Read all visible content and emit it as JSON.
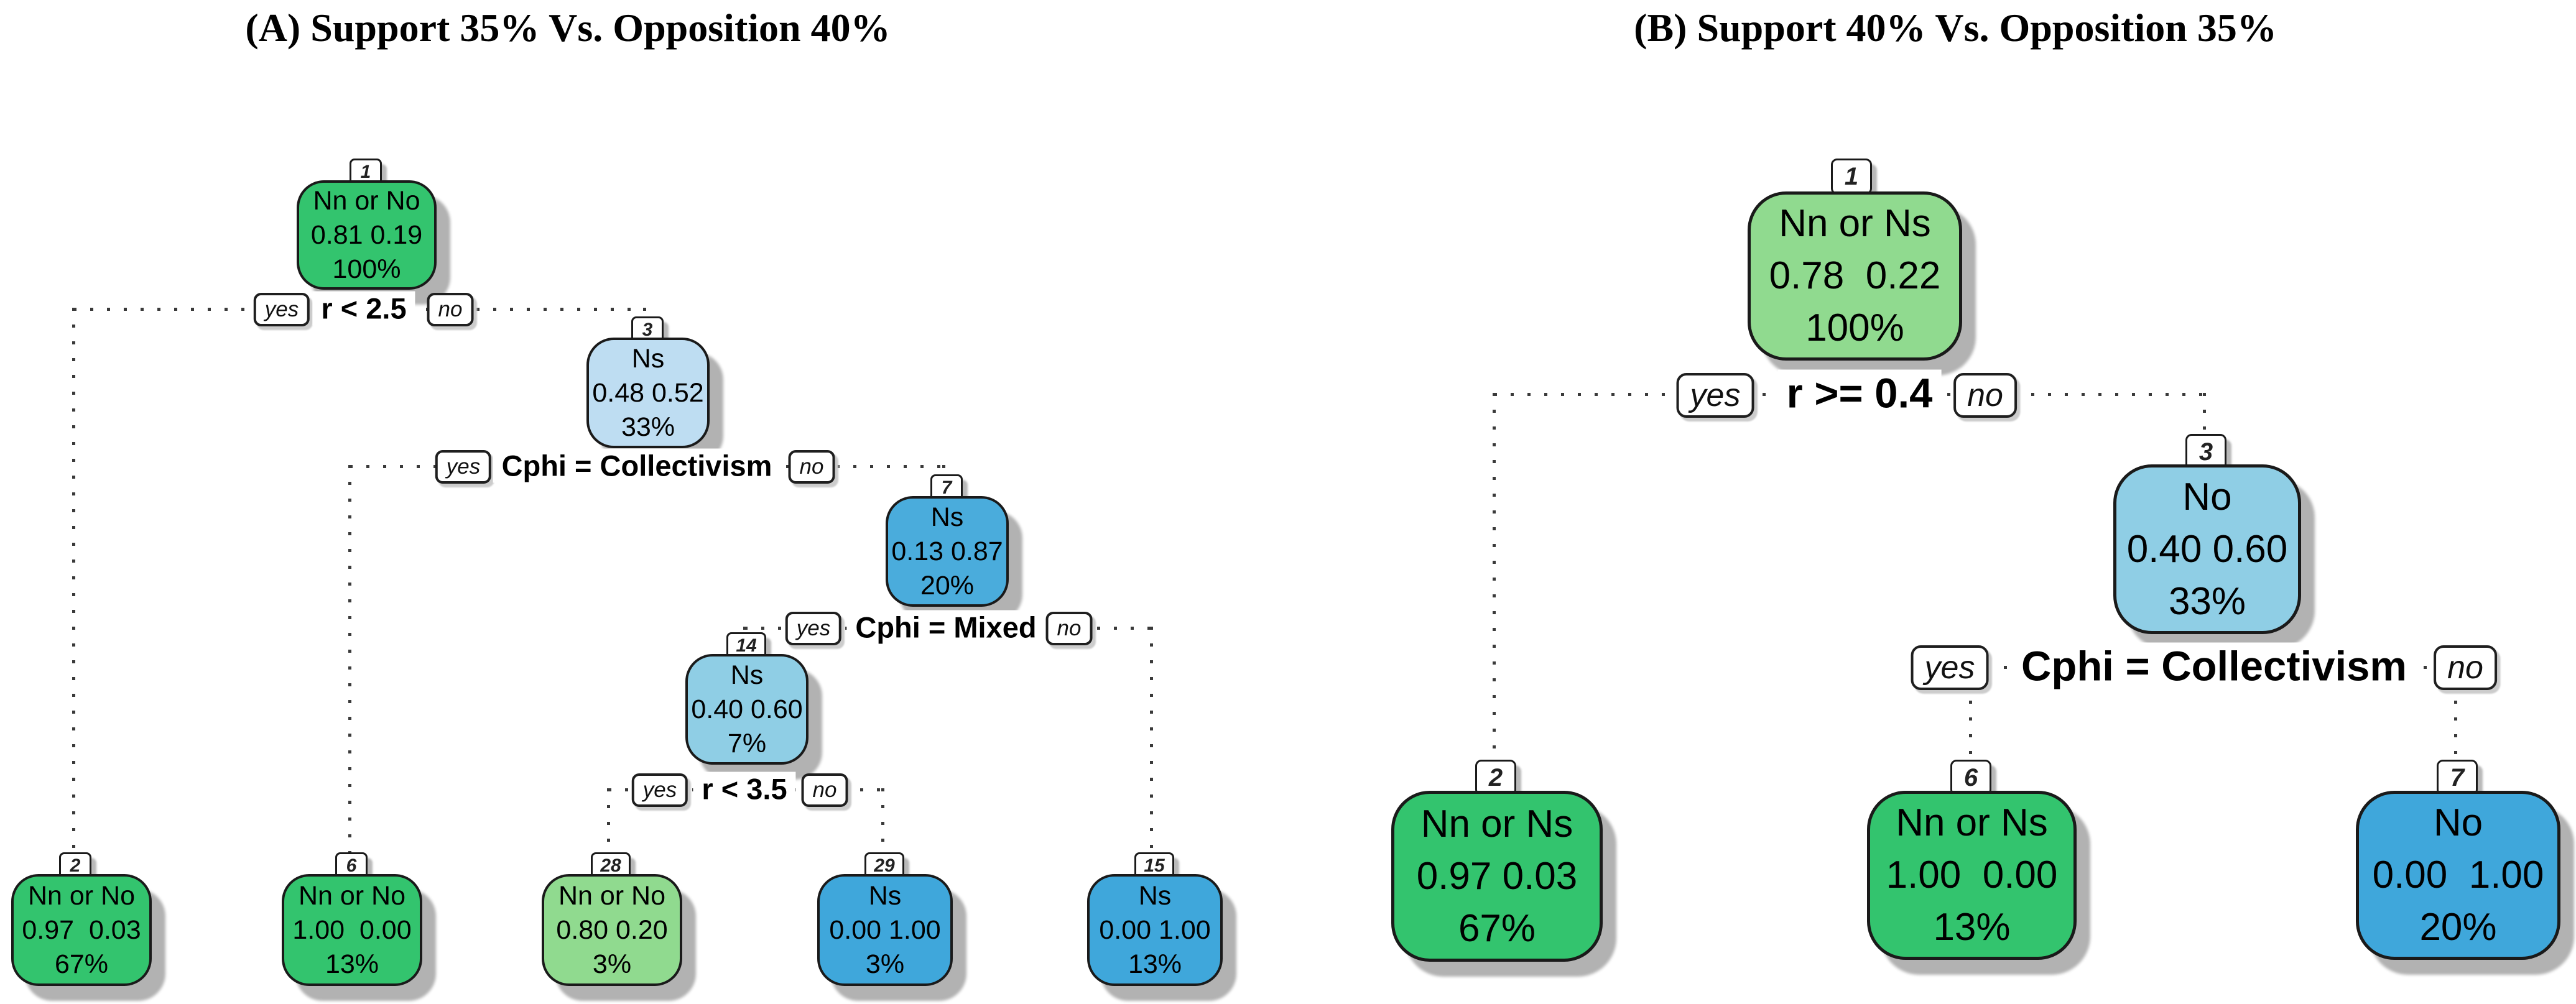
{
  "figure_titles": {
    "panel_a": "(A) Support 35% Vs. Opposition 40%",
    "panel_b": "(B) Support 40% Vs. Opposition 35%"
  },
  "colors": {
    "green_dark": "#33C46E",
    "green_light": "#90DA8F",
    "blue_pale": "#BEDDF2",
    "blue_light": "#8FCEE5",
    "blue_medium": "#4AACDC",
    "blue_dark": "#3FA7DB"
  },
  "trees": {
    "a": {
      "nodes": [
        {
          "id": "1",
          "label": "Nn or No",
          "probs": "0.81 0.19",
          "pct": "100%",
          "color": "green_dark"
        },
        {
          "id": "3",
          "label": "Ns",
          "probs": "0.48 0.52",
          "pct": "33%",
          "color": "blue_pale"
        },
        {
          "id": "7",
          "label": "Ns",
          "probs": "0.13 0.87",
          "pct": "20%",
          "color": "blue_medium"
        },
        {
          "id": "14",
          "label": "Ns",
          "probs": "0.40 0.60",
          "pct": "7%",
          "color": "blue_light"
        },
        {
          "id": "2",
          "label": "Nn or No",
          "probs": "0.97  0.03",
          "pct": "67%",
          "color": "green_dark"
        },
        {
          "id": "6",
          "label": "Nn or No",
          "probs": "1.00  0.00",
          "pct": "13%",
          "color": "green_dark"
        },
        {
          "id": "28",
          "label": "Nn or No",
          "probs": "0.80 0.20",
          "pct": "3%",
          "color": "green_light"
        },
        {
          "id": "29",
          "label": "Ns",
          "probs": "0.00 1.00",
          "pct": "3%",
          "color": "blue_dark"
        },
        {
          "id": "15",
          "label": "Ns",
          "probs": "0.00 1.00",
          "pct": "13%",
          "color": "blue_dark"
        }
      ],
      "splits": [
        {
          "condition": "r < 2.5",
          "yes": "yes",
          "no": "no"
        },
        {
          "condition": "Cphi = Collectivism",
          "yes": "yes",
          "no": "no"
        },
        {
          "condition": "Cphi = Mixed",
          "yes": "yes",
          "no": "no"
        },
        {
          "condition": "r < 3.5",
          "yes": "yes",
          "no": "no"
        }
      ]
    },
    "b": {
      "nodes": [
        {
          "id": "1",
          "label": "Nn or Ns",
          "probs": "0.78  0.22",
          "pct": "100%",
          "color": "green_light"
        },
        {
          "id": "3",
          "label": "No",
          "probs": "0.40 0.60",
          "pct": "33%",
          "color": "blue_light"
        },
        {
          "id": "2",
          "label": "Nn or Ns",
          "probs": "0.97 0.03",
          "pct": "67%",
          "color": "green_dark"
        },
        {
          "id": "6",
          "label": "Nn or Ns",
          "probs": "1.00  0.00",
          "pct": "13%",
          "color": "green_dark"
        },
        {
          "id": "7",
          "label": "No",
          "probs": "0.00  1.00",
          "pct": "20%",
          "color": "blue_dark"
        }
      ],
      "splits": [
        {
          "condition": "r >= 0.4",
          "yes": "yes",
          "no": "no"
        },
        {
          "condition": "Cphi = Collectivism",
          "yes": "yes",
          "no": "no"
        }
      ]
    }
  }
}
